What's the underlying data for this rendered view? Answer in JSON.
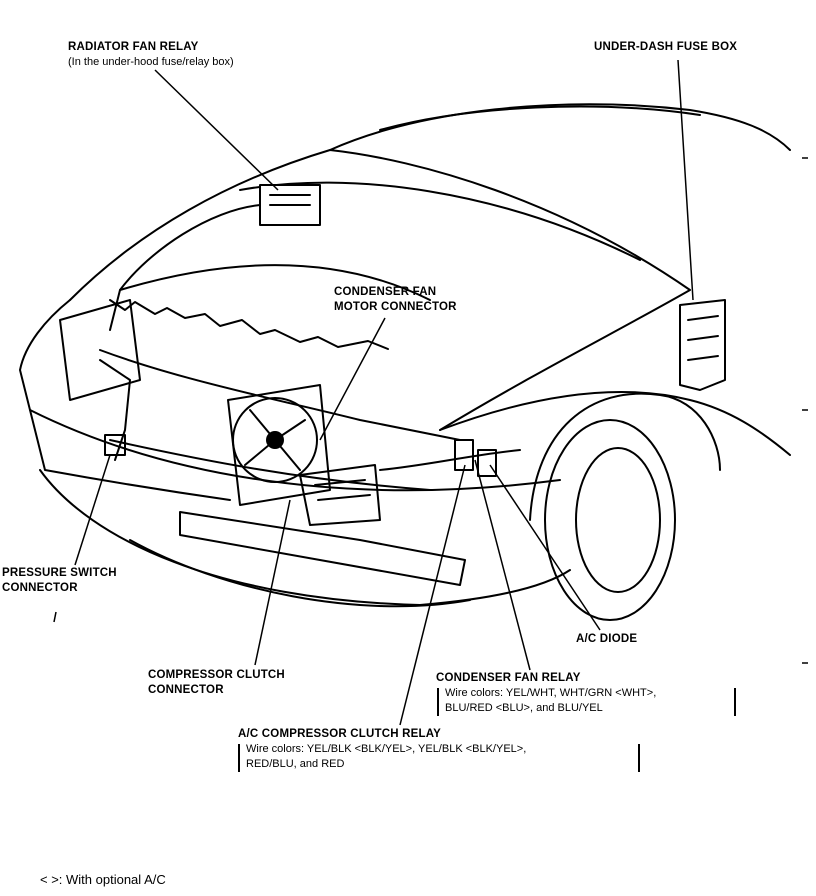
{
  "labels": {
    "radiator_fan_relay": "RADIATOR FAN RELAY",
    "radiator_fan_relay_note": "(In the under-hood fuse/relay box)",
    "under_dash_fuse_box": "UNDER-DASH FUSE BOX",
    "condenser_fan_motor_connector_1": "CONDENSER FAN",
    "condenser_fan_motor_connector_2": "MOTOR CONNECTOR",
    "pressure_switch_connector_1": "PRESSURE SWITCH",
    "pressure_switch_connector_2": "CONNECTOR",
    "ac_diode": "A/C DIODE",
    "condenser_fan_relay": "CONDENSER FAN RELAY",
    "condenser_fan_relay_wires_1": "Wire colors: YEL/WHT, WHT/GRN <WHT>,",
    "condenser_fan_relay_wires_2": "BLU/RED <BLU>, and BLU/YEL",
    "compressor_clutch_connector_1": "COMPRESSOR CLUTCH",
    "compressor_clutch_connector_2": "CONNECTOR",
    "ac_compressor_clutch_relay": "A/C COMPRESSOR CLUTCH RELAY",
    "ac_compressor_clutch_relay_wires_1": "Wire colors: YEL/BLK <BLK/YEL>, YEL/BLK <BLK/YEL>,",
    "ac_compressor_clutch_relay_wires_2": "RED/BLU, and RED"
  },
  "legend": {
    "symbol": "<   >: With optional A/C"
  }
}
